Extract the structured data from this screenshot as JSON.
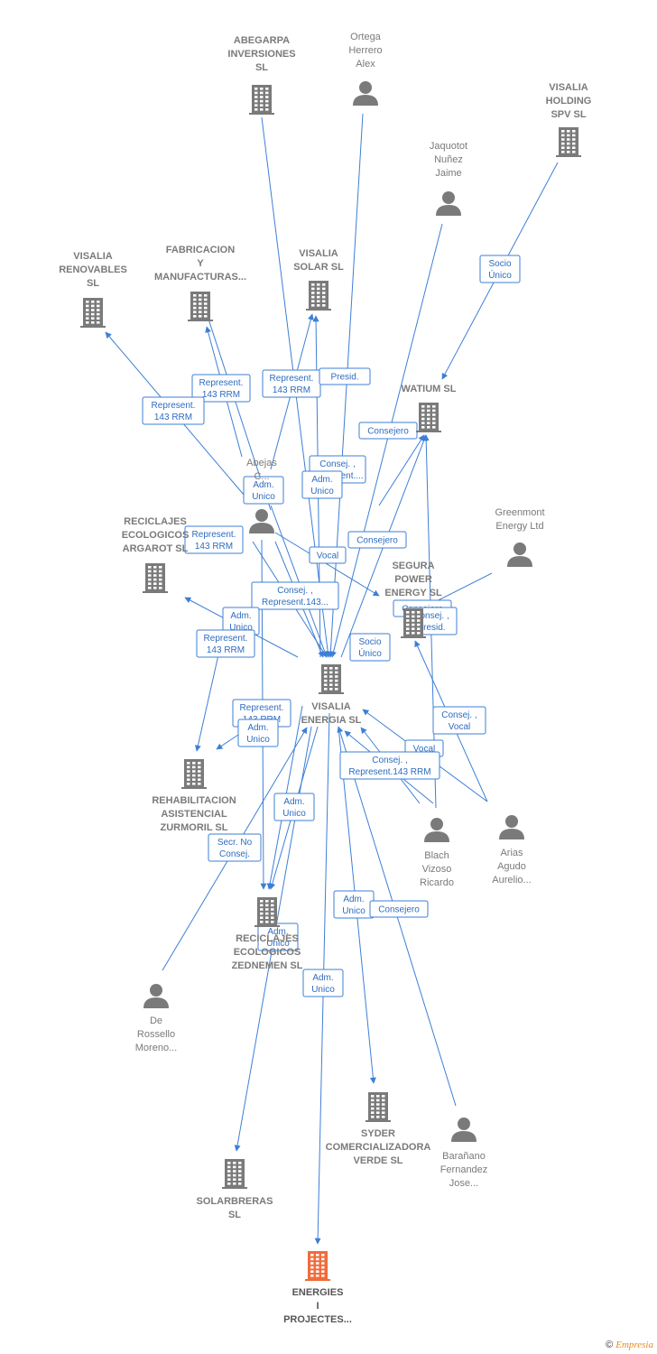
{
  "nodes": [
    {
      "id": "abegarpa",
      "type": "company",
      "lines": [
        "ABEGARPA",
        "INVERSIONES",
        "SL"
      ]
    },
    {
      "id": "ortega",
      "type": "person",
      "lines": [
        "Ortega",
        "Herrero",
        "Alex"
      ]
    },
    {
      "id": "visalia_holding",
      "type": "company",
      "lines": [
        "VISALIA",
        "HOLDING",
        "SPV  SL"
      ]
    },
    {
      "id": "jaquotot",
      "type": "person",
      "lines": [
        "Jaquotot",
        "Nuñez",
        "Jaime"
      ]
    },
    {
      "id": "visalia_renovables",
      "type": "company",
      "lines": [
        "VISALIA",
        "RENOVABLES",
        "SL"
      ]
    },
    {
      "id": "fabricacion",
      "type": "company",
      "lines": [
        "FABRICACION",
        "Y",
        "MANUFACTURAS..."
      ]
    },
    {
      "id": "visalia_solar",
      "type": "company",
      "lines": [
        "VISALIA",
        "SOLAR  SL"
      ]
    },
    {
      "id": "watium",
      "type": "company",
      "lines": [
        "WATIUM SL"
      ]
    },
    {
      "id": "abejas",
      "type": "person",
      "lines": [
        "Abejas",
        "C..."
      ]
    },
    {
      "id": "reciclajes_argarot",
      "type": "company",
      "lines": [
        "RECICLAJES",
        "ECOLOGICOS",
        "ARGAROT  SL"
      ]
    },
    {
      "id": "greenmont",
      "type": "person",
      "lines": [
        "Greenmont",
        "Energy Ltd"
      ]
    },
    {
      "id": "segura",
      "type": "company",
      "lines": [
        "SEGURA",
        "POWER",
        "ENERGY  SL"
      ]
    },
    {
      "id": "visalia_energia",
      "type": "company",
      "lines": [
        "VISALIA",
        "ENERGIA  SL"
      ]
    },
    {
      "id": "rehabilitacion",
      "type": "company",
      "lines": [
        "REHABILITACION",
        "ASISTENCIAL",
        "ZURMORIL  SL"
      ]
    },
    {
      "id": "blach",
      "type": "person",
      "lines": [
        "Blach",
        "Vizoso",
        "Ricardo"
      ]
    },
    {
      "id": "arias",
      "type": "person",
      "lines": [
        "Arias",
        "Agudo",
        "Aurelio..."
      ]
    },
    {
      "id": "reciclajes_zednemen",
      "type": "company",
      "lines": [
        "RECICLAJES",
        "ECOLOGICOS",
        "ZEDNEMEN  SL"
      ]
    },
    {
      "id": "derossello",
      "type": "person",
      "lines": [
        "De",
        "Rossello",
        "Moreno..."
      ]
    },
    {
      "id": "syder",
      "type": "company",
      "lines": [
        "SYDER",
        "COMERCIALIZADORA",
        "VERDE SL"
      ]
    },
    {
      "id": "baranano",
      "type": "person",
      "lines": [
        "Barañano",
        "Fernandez",
        "Jose..."
      ]
    },
    {
      "id": "solarbreras",
      "type": "company",
      "lines": [
        "SOLARBRERAS",
        "SL"
      ]
    },
    {
      "id": "energies",
      "type": "company",
      "focus": true,
      "lines": [
        "ENERGIES",
        "I",
        "PROJECTES..."
      ]
    }
  ],
  "edge_labels": [
    {
      "id": "el1",
      "lines": [
        "Represent.",
        "143 RRM"
      ]
    },
    {
      "id": "el2",
      "lines": [
        "Represent.",
        "143 RRM"
      ]
    },
    {
      "id": "el3",
      "lines": [
        "Presid."
      ]
    },
    {
      "id": "el4",
      "lines": [
        "Socio",
        "Único"
      ]
    },
    {
      "id": "el5",
      "lines": [
        "Represent.",
        "143 RRM"
      ]
    },
    {
      "id": "el6",
      "lines": [
        "Consejero"
      ]
    },
    {
      "id": "el7",
      "lines": [
        "Consej. ,",
        "Represent...."
      ]
    },
    {
      "id": "el8",
      "lines": [
        "Adm.",
        "Unico"
      ]
    },
    {
      "id": "el9",
      "lines": [
        "Adm.",
        "Unico"
      ]
    },
    {
      "id": "el10",
      "lines": [
        "Represent.",
        "143 RRM"
      ]
    },
    {
      "id": "el11",
      "lines": [
        "Vocal"
      ]
    },
    {
      "id": "el12",
      "lines": [
        "Consejero"
      ]
    },
    {
      "id": "el13",
      "lines": [
        "Consej. ,",
        "Represent.143..."
      ]
    },
    {
      "id": "el14",
      "lines": [
        "Consejero"
      ]
    },
    {
      "id": "el15",
      "lines": [
        "Consej. ,",
        "Presid."
      ]
    },
    {
      "id": "el16",
      "lines": [
        "Adm.",
        "Unico"
      ]
    },
    {
      "id": "el17",
      "lines": [
        "Represent.",
        "143 RRM"
      ]
    },
    {
      "id": "el18",
      "lines": [
        "Socio",
        "Único"
      ]
    },
    {
      "id": "el19",
      "lines": [
        "Represent.",
        "143 RRM"
      ]
    },
    {
      "id": "el20",
      "lines": [
        "Adm.",
        "Unico"
      ]
    },
    {
      "id": "el21",
      "lines": [
        "Consej. ,",
        "Vocal"
      ]
    },
    {
      "id": "el22",
      "lines": [
        "Vocal"
      ]
    },
    {
      "id": "el23",
      "lines": [
        "Consej. ,",
        "Represent.143 RRM"
      ]
    },
    {
      "id": "el24",
      "lines": [
        "Adm.",
        "Unico"
      ]
    },
    {
      "id": "el25",
      "lines": [
        "Secr.  No",
        "Consej."
      ]
    },
    {
      "id": "el26",
      "lines": [
        "Adm.",
        "Unico"
      ]
    },
    {
      "id": "el27",
      "lines": [
        "Consejero"
      ]
    },
    {
      "id": "el28",
      "lines": [
        "Adm.",
        "Unico"
      ]
    },
    {
      "id": "el29",
      "lines": [
        "Adm.",
        "Unico"
      ]
    }
  ],
  "colors": {
    "edge": "#3d7fd6",
    "node_icon": "#7a7a7a",
    "focus_icon": "#f26b3a"
  },
  "footer": {
    "copyright": "©",
    "brand": "Empresia"
  }
}
